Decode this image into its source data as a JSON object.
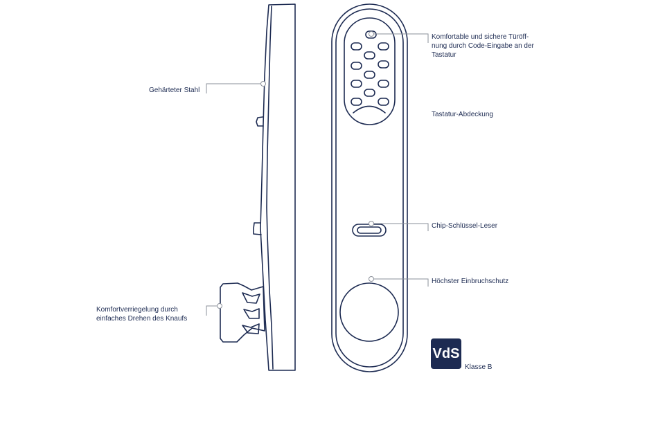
{
  "labels": {
    "steel": "Gehärteter Stahl",
    "knob_line1": "Komfortverriegelung durch",
    "knob_line2": "einfaches Drehen des Knaufs",
    "keypad_line1": "Komfortable und sichere Türöff-",
    "keypad_line2": "nung durch Code-Eingabe an der",
    "keypad_line3": "Tastatur",
    "cover": "Tastatur-Abdeckung",
    "chip": "Chip-Schlüssel-Leser",
    "protection": "Höchster Einbruchschutz"
  },
  "badge": {
    "logo_text": "VdS",
    "class_text": "Klasse B"
  },
  "colors": {
    "line": "#1d2b52",
    "leader": "#8a8f99",
    "badge_bg": "#1d2b52"
  }
}
